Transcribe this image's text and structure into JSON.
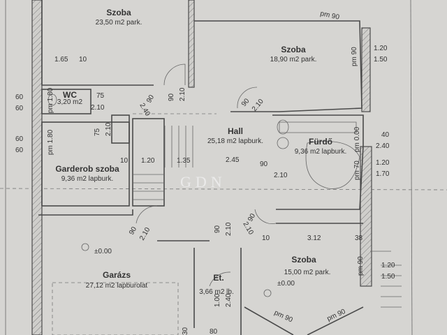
{
  "rooms": [
    {
      "name": "Szoba",
      "area": "23,50 m2 park."
    },
    {
      "name": "Szoba",
      "area": "18,90 m2 park."
    },
    {
      "name": "WC",
      "area": "3,20 m2"
    },
    {
      "name": "Hall",
      "area": "25,18 m2 lapburk."
    },
    {
      "name": "Fürdő",
      "area": "9,36 m2 lapburk."
    },
    {
      "name": "Garderob szoba",
      "area": "9,36 m2 lapburk."
    },
    {
      "name": "Garázs",
      "area": "27,12 m2 lapburolat"
    },
    {
      "name": "Et.",
      "area": "3,66 m2 lb."
    },
    {
      "name": "Szoba",
      "area": "15,00 m2 park."
    }
  ],
  "levels": [
    "±0.00",
    "±0.00"
  ],
  "watermark": "GDN",
  "dimensions": {
    "d165": "1.65",
    "d10a": "10",
    "d60a": "60",
    "d60b": "60",
    "d60c": "60",
    "d60d": "60",
    "pm180a": "pm 1.80",
    "pm180b": "pm 1.80",
    "d75a": "75",
    "d210a": "2.10",
    "d75b": "75",
    "d210b": "2.10",
    "d240a": "2.40",
    "d90a": "90",
    "d90b": "90",
    "d210c": "2.10",
    "d90c": "90",
    "d210d": "2.10",
    "pm90a": "pm 90",
    "pm90b": "pm 90",
    "d120a": "1.20",
    "d150a": "1.50",
    "d10b": "10",
    "d120b": "1.20",
    "d135": "1.35",
    "d245": "2.45",
    "d90d": "90",
    "d210e": "2.10",
    "pm000": "pm 0.00",
    "pm70": "pm 70",
    "d40": "40",
    "d240b": "2.40",
    "d120c": "1.20",
    "d170": "1.70",
    "d90e": "90",
    "d210f": "2.10",
    "d90f": "90",
    "d210g": "2.10",
    "d90g": "90",
    "d210h": "2.10",
    "d10c": "10",
    "d312": "3.12",
    "d38": "38",
    "pm90c": "pm 90",
    "d120d": "1.20",
    "d150b": "1.50",
    "d100": "1.00",
    "d240c": "2.40",
    "pm90d": "pm 90",
    "pm90e": "pm 90",
    "d30": "30",
    "d80": "80"
  }
}
